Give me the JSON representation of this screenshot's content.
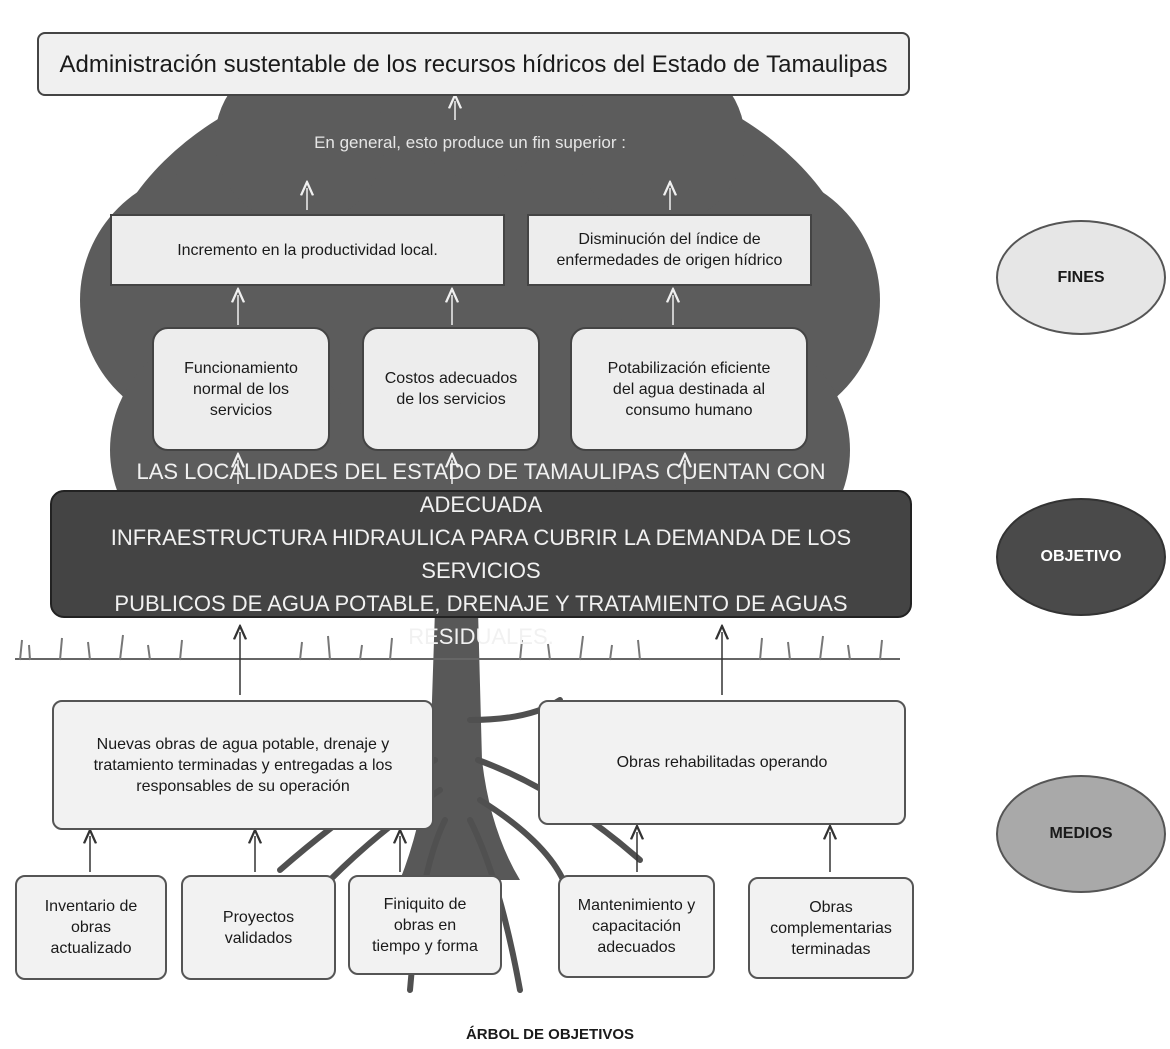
{
  "title": "Administración sustentable de los recursos hídricos del Estado de Tamaulipas",
  "intro": "En general, esto produce un fin superior :",
  "fines_top": [
    [
      "Incremento en la productividad local."
    ],
    [
      "Disminución del índice de",
      "enfermedades  de origen hídrico"
    ]
  ],
  "fines_mid": [
    [
      "Funcionamiento",
      "normal de los",
      "servicios"
    ],
    [
      "Costos adecuados",
      "de los servicios"
    ],
    [
      "Potabilización eficiente",
      "del agua destinada al",
      "consumo humano"
    ]
  ],
  "objective": [
    "LAS LOCALIDADES DEL ESTADO DE TAMAULIPAS CUENTAN CON ADECUADA",
    "INFRAESTRUCTURA HIDRAULICA PARA CUBRIR LA DEMANDA DE LOS SERVICIOS",
    "PUBLICOS DE AGUA POTABLE, DRENAJE Y TRATAMIENTO DE AGUAS RESIDUALES."
  ],
  "medios_mid": [
    [
      "Nuevas obras de agua potable, drenaje y",
      "tratamiento terminadas y entregadas a los",
      "responsables de su operación"
    ],
    [
      "Obras rehabilitadas operando"
    ]
  ],
  "medios_bottom": [
    [
      "Inventario de",
      "obras",
      "actualizado"
    ],
    [
      "Proyectos",
      "validados"
    ],
    [
      "Finiquito de",
      "obras en",
      "tiempo y forma"
    ],
    [
      "Mantenimiento y",
      "capacitación",
      "adecuados"
    ],
    [
      "Obras",
      "complementarias",
      "terminadas"
    ]
  ],
  "legend": {
    "fines": "FINES",
    "objetivo": "OBJETIVO",
    "medios": "MEDIOS"
  },
  "caption": "ÁRBOL DE OBJETIVOS",
  "colors": {
    "canopy": "#5c5c5c",
    "trunk": "#585858",
    "objective_fill": "#444444",
    "box_fill": "#f2f2f2"
  }
}
